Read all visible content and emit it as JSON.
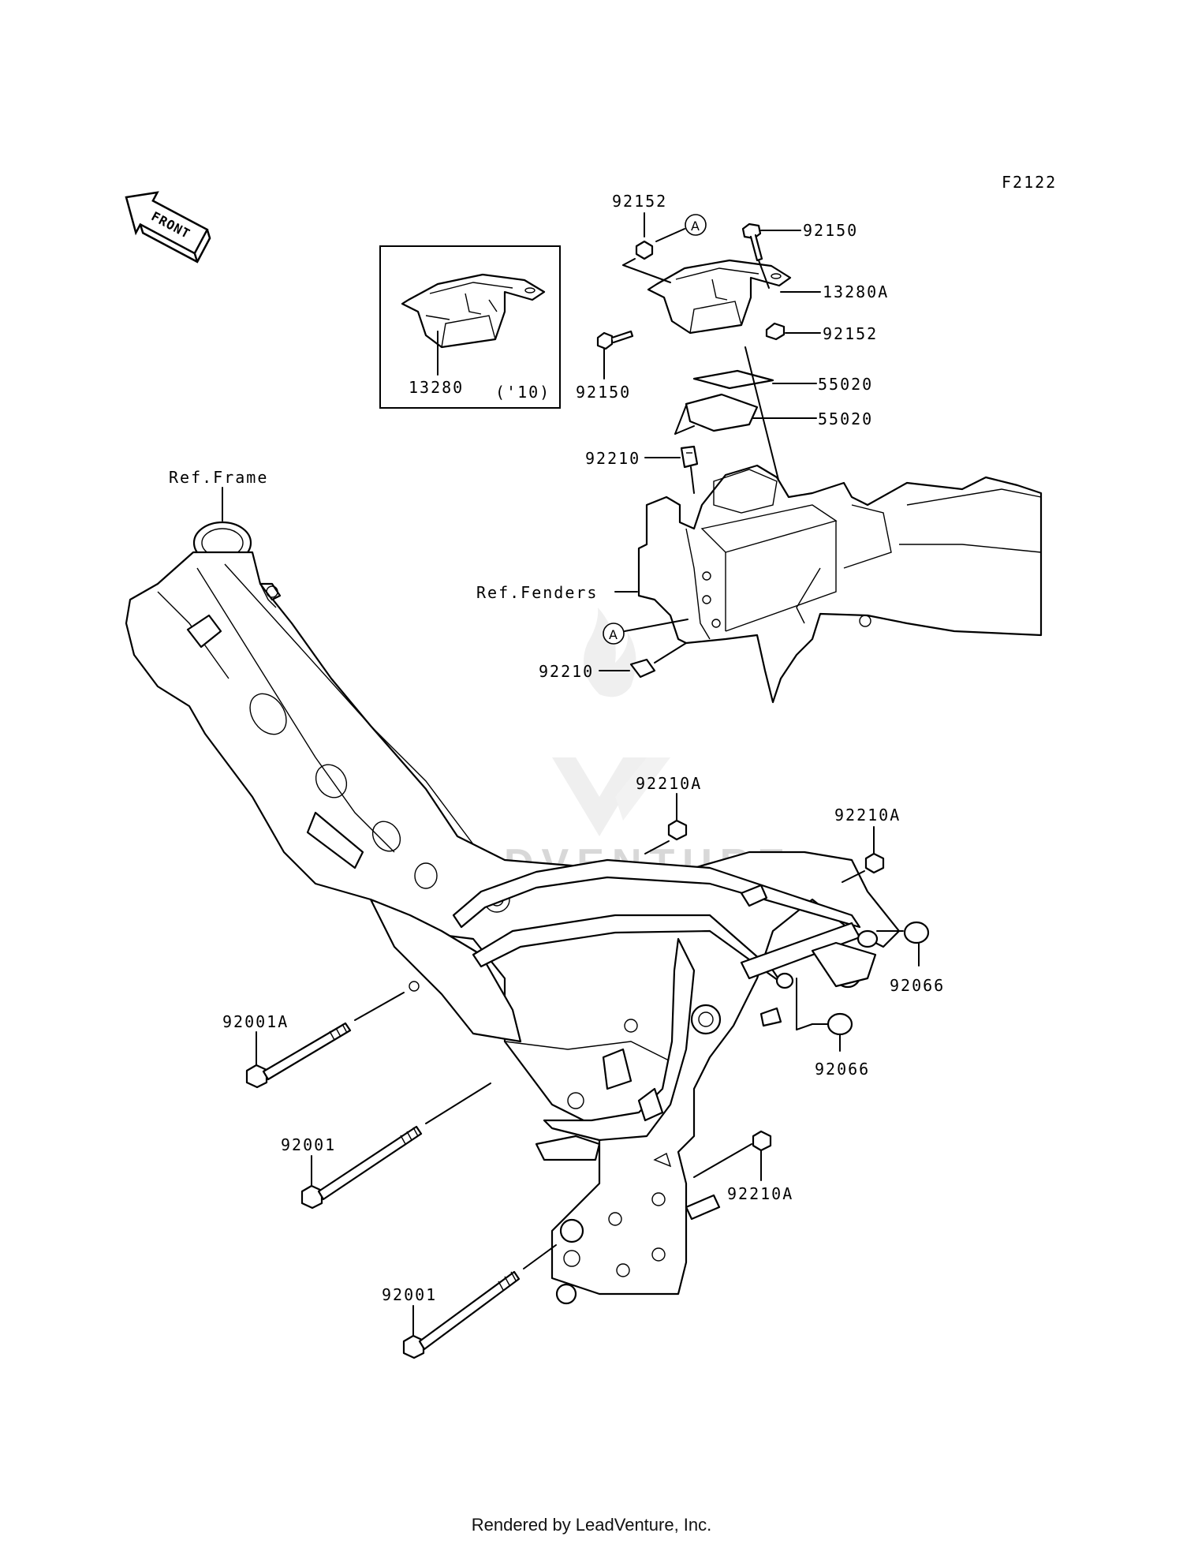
{
  "diagram_code": "F2122",
  "footer": "Rendered by LeadVenture, Inc.",
  "front_arrow": {
    "label": "FRONT",
    "icon": "front-direction-arrow-icon"
  },
  "watermark": {
    "text": "LEADVENTURE",
    "icon": "leadventure-logo-icon"
  },
  "inset": {
    "part_number": "13280",
    "year_note": "('10)"
  },
  "callouts": [
    {
      "id": "92152-top",
      "label": "92152"
    },
    {
      "id": "92150-top",
      "label": "92150"
    },
    {
      "id": "13280A",
      "label": "13280A"
    },
    {
      "id": "92152-right",
      "label": "92152"
    },
    {
      "id": "92150-left",
      "label": "92150"
    },
    {
      "id": "55020-a",
      "label": "55020"
    },
    {
      "id": "55020-b",
      "label": "55020"
    },
    {
      "id": "92210-top",
      "label": "92210"
    },
    {
      "id": "ref-fenders",
      "label": "Ref.Fenders"
    },
    {
      "id": "92210-bottom",
      "label": "92210"
    },
    {
      "id": "ref-frame",
      "label": "Ref.Frame"
    },
    {
      "id": "92210A-1",
      "label": "92210A"
    },
    {
      "id": "92210A-2",
      "label": "92210A"
    },
    {
      "id": "92066-a",
      "label": "92066"
    },
    {
      "id": "92066-b",
      "label": "92066"
    },
    {
      "id": "92001A",
      "label": "92001A"
    },
    {
      "id": "92001-a",
      "label": "92001"
    },
    {
      "id": "92210A-3",
      "label": "92210A"
    },
    {
      "id": "92001-b",
      "label": "92001"
    }
  ],
  "markers": [
    {
      "id": "marker-a-top",
      "label": "A"
    },
    {
      "id": "marker-a-bottom",
      "label": "A"
    }
  ]
}
